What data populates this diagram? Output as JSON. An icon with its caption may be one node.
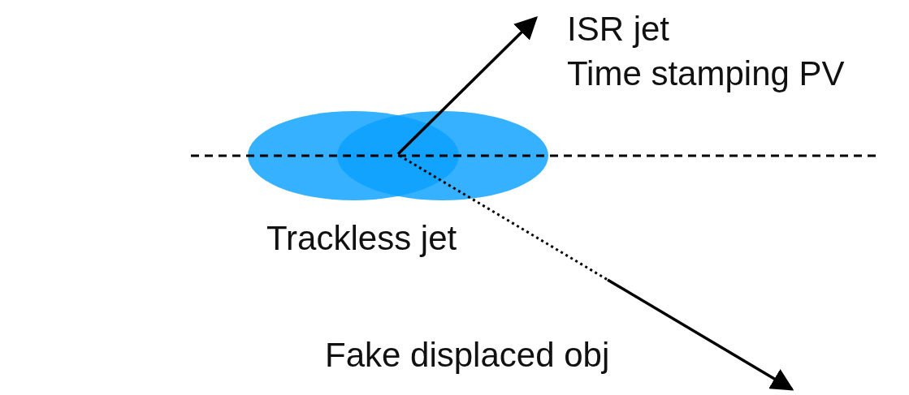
{
  "diagram": {
    "labels": [
      "ISR jet",
      "Time stamping PV",
      "Trackless jet",
      "Fake displaced obj"
    ]
  }
}
